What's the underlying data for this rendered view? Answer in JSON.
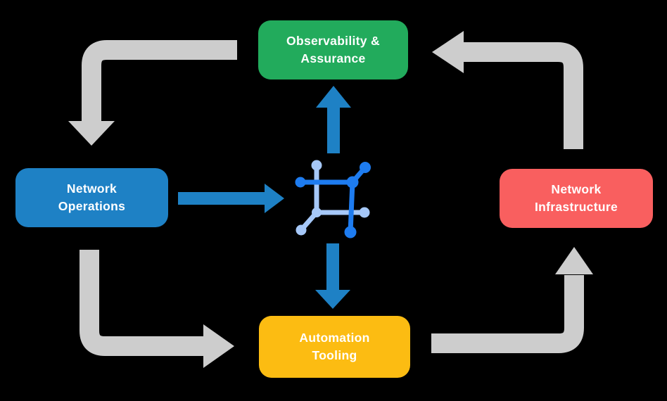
{
  "diagram": {
    "type": "cycle-flow",
    "nodes": {
      "observability": {
        "label": "Observability &\nAssurance",
        "color": "#22ab5c"
      },
      "operations": {
        "label": "Network\nOperations",
        "color": "#1e81c5"
      },
      "infrastructure": {
        "label": "Network\nInfrastructure",
        "color": "#f95f5f"
      },
      "automation": {
        "label": "Automation\nTooling",
        "color": "#fcbc12"
      }
    },
    "center_icon": {
      "name": "network-grid-icon",
      "primary_color": "#1e7cf0",
      "secondary_color": "#a6c8f8"
    },
    "arrows": {
      "gray_color": "#cdcdcd",
      "blue_color": "#1e81c5",
      "connections": [
        {
          "from": "observability",
          "to": "operations",
          "style": "gray-elbow"
        },
        {
          "from": "operations",
          "to": "automation",
          "style": "gray-elbow"
        },
        {
          "from": "automation",
          "to": "infrastructure",
          "style": "gray-elbow"
        },
        {
          "from": "infrastructure",
          "to": "observability",
          "style": "gray-elbow"
        },
        {
          "from": "operations",
          "to": "center-icon",
          "style": "blue-straight"
        },
        {
          "from": "center-icon",
          "to": "observability",
          "style": "blue-straight"
        },
        {
          "from": "center-icon",
          "to": "automation",
          "style": "blue-straight"
        }
      ]
    }
  }
}
